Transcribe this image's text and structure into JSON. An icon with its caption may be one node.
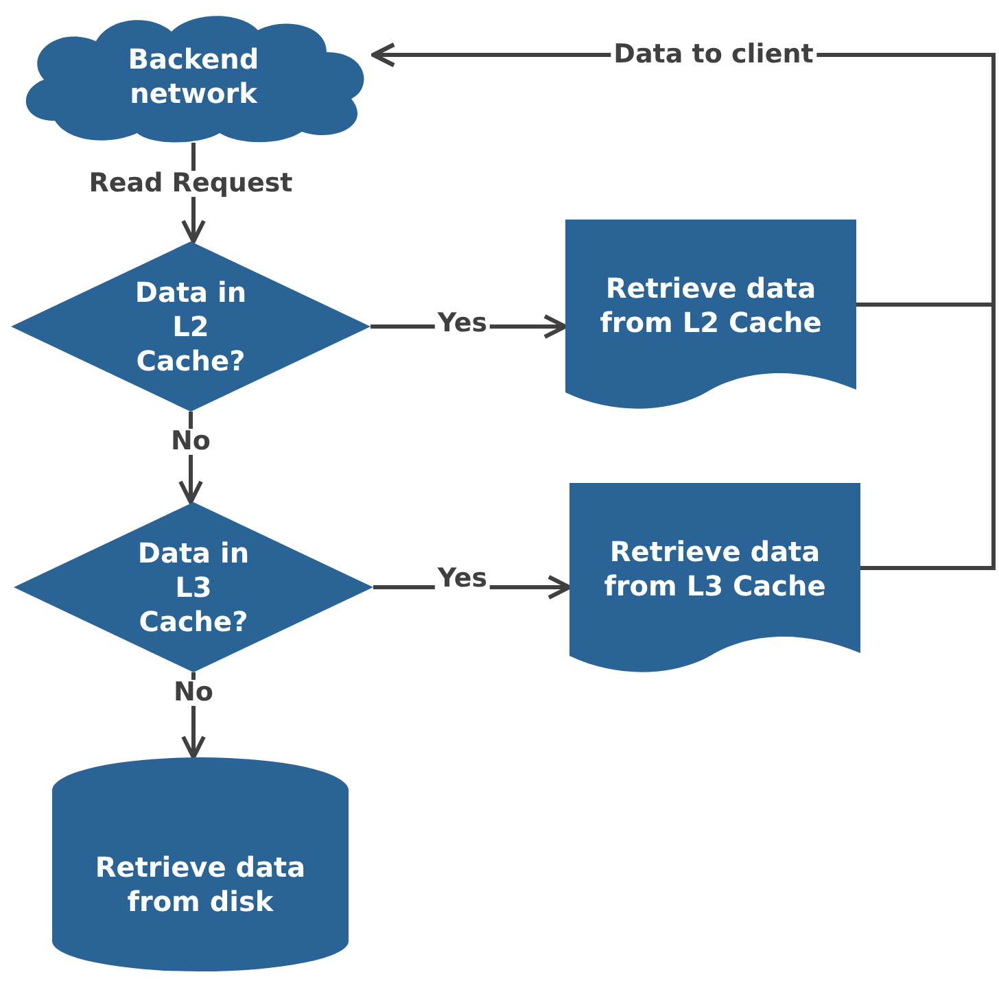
{
  "diagram": {
    "nodes": [
      {
        "text": [
          "Backend network"
        ]
      },
      {
        "text": [
          "Data in L2 Cache?"
        ]
      },
      {
        "text": [
          "Retrieve data from L2 Cache"
        ]
      },
      {
        "text": [
          "Data in L3 Cache?"
        ]
      },
      {
        "text": [
          "Retrieve data from L3 Cache"
        ]
      },
      {
        "text": [
          "Retrieve data from disk"
        ]
      }
    ],
    "edges": [
      {
        "from": 0,
        "to": 1,
        "arrow": "to",
        "label": "Read Request"
      },
      {
        "from": 1,
        "to": 2,
        "arrow": "to",
        "label": "Yes"
      },
      {
        "from": 1,
        "to": 3,
        "arrow": "to",
        "label": "No"
      },
      {
        "from": 3,
        "to": 4,
        "arrow": "to",
        "label": "Yes"
      },
      {
        "from": 3,
        "to": 5,
        "arrow": "to",
        "label": "No"
      },
      {
        "from": 2,
        "to": 0,
        "arrow": "to",
        "label": "Data to client"
      },
      {
        "from": 4,
        "to": 0,
        "arrow": "to"
      }
    ]
  }
}
